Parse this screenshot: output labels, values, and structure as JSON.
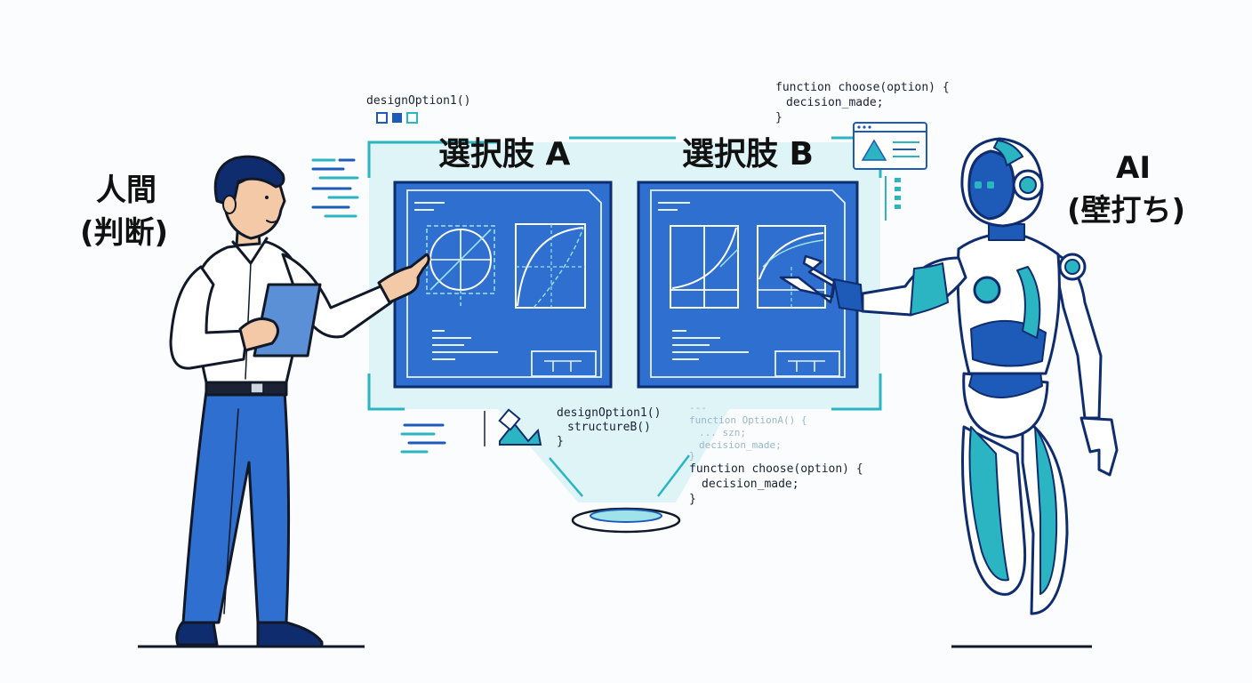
{
  "human": {
    "label_line1": "人間",
    "label_line2": "(判断)"
  },
  "ai": {
    "label_line1": "AI",
    "label_line2": "(壁打ち)"
  },
  "options": {
    "a_title": "選択肢 A",
    "b_title": "選択肢 B"
  },
  "code_top_left": "designOption1()",
  "code_top_right": [
    "function choose(option) {",
    "decision_made;",
    "}"
  ],
  "code_bottom_center": [
    "designOption1()",
    "structureB()",
    "}"
  ],
  "code_bottom_faint": [
    "---",
    "function OptionA() {",
    "... szn;",
    "decision_made;",
    "}"
  ],
  "code_bottom_right": [
    "function choose(option) {",
    "decision_made;",
    "}"
  ],
  "colors": {
    "blueprint": "#2e6fd0",
    "holo": "#d8f2f6",
    "teal": "#2bb5c2",
    "navy": "#0f2d6e"
  }
}
